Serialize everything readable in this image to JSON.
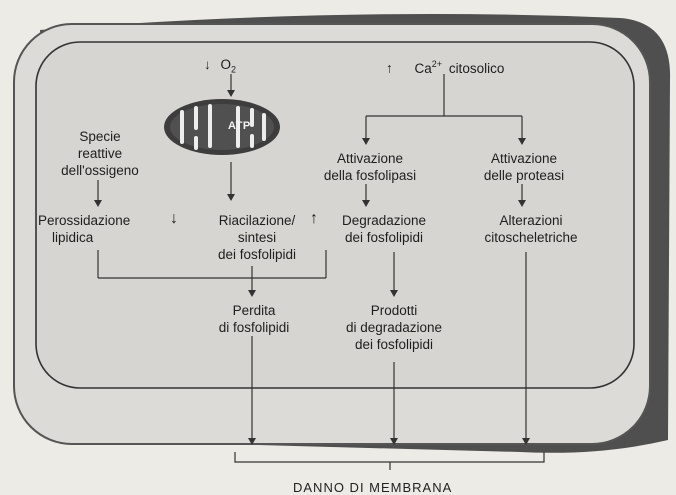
{
  "inputs": {
    "oxygen_arrow": "↓",
    "oxygen": "O",
    "oxygen_sub": "2",
    "calcium_arrow": "↑",
    "calcium": "Ca",
    "calcium_sup": "2+",
    "calcium_suffix": "citosolico"
  },
  "mitochondrion": {
    "label": "ATP"
  },
  "nodes": {
    "ros": [
      "Specie",
      "reattive",
      "dell'ossigeno"
    ],
    "peroxidation": [
      "Perossidazione",
      "lipidica"
    ],
    "down_arrow": "↓",
    "reacylation": [
      "Riacilazione/",
      "sintesi",
      "dei fosfolipidi"
    ],
    "up_arrow": "↑",
    "phospholipase": [
      "Attivazione",
      "della fosfolipasi"
    ],
    "degradation": [
      "Degradazione",
      "dei fosfolipidi"
    ],
    "protease": [
      "Attivazione",
      "delle proteasi"
    ],
    "cytoskeleton": [
      "Alterazioni",
      "citoscheletriche"
    ],
    "loss": [
      "Perdita",
      "di fosfolipidi"
    ],
    "products": [
      "Prodotti",
      "di degradazione",
      "dei fosfolipidi"
    ]
  },
  "outcome": "DANNO DI MEMBRANA",
  "colors": {
    "cell_fill": "#dcdbd8",
    "cell_shadow": "#4f4f4f",
    "mitochondrion": "#3d3d3d",
    "background": "#ecebe6"
  }
}
